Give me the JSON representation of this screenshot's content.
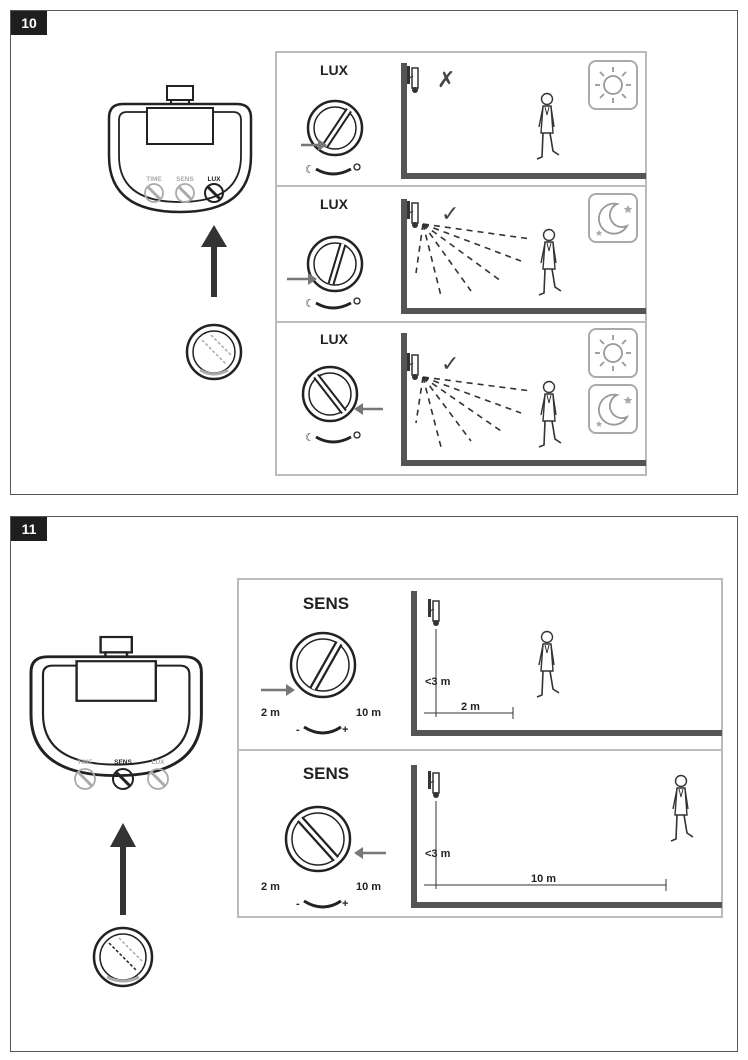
{
  "section10": {
    "number": "10",
    "device": {
      "labels": [
        "TIME",
        "SENS",
        "LUX"
      ],
      "active": "LUX"
    },
    "rows": [
      {
        "knob_label": "LUX",
        "result": "✗",
        "icons": [
          "sun"
        ]
      },
      {
        "knob_label": "LUX",
        "result": "✓",
        "icons": [
          "moon"
        ]
      },
      {
        "knob_label": "LUX",
        "result": "✓",
        "icons": [
          "sun",
          "moon"
        ]
      }
    ]
  },
  "section11": {
    "number": "11",
    "device": {
      "labels": [
        "TIME",
        "SENS",
        "LUX"
      ],
      "active": "SENS"
    },
    "rows": [
      {
        "knob_label": "SENS",
        "min_label": "2 m",
        "max_label": "10 m",
        "minus": "-",
        "plus": "+",
        "height_label": "<3 m",
        "distance_label": "2 m"
      },
      {
        "knob_label": "SENS",
        "min_label": "2 m",
        "max_label": "10 m",
        "minus": "-",
        "plus": "+",
        "height_label": "<3 m",
        "distance_label": "10 m"
      }
    ]
  },
  "colors": {
    "line": "#555555",
    "frame": "#bbbbbb",
    "badge": "#1e1e1e"
  }
}
